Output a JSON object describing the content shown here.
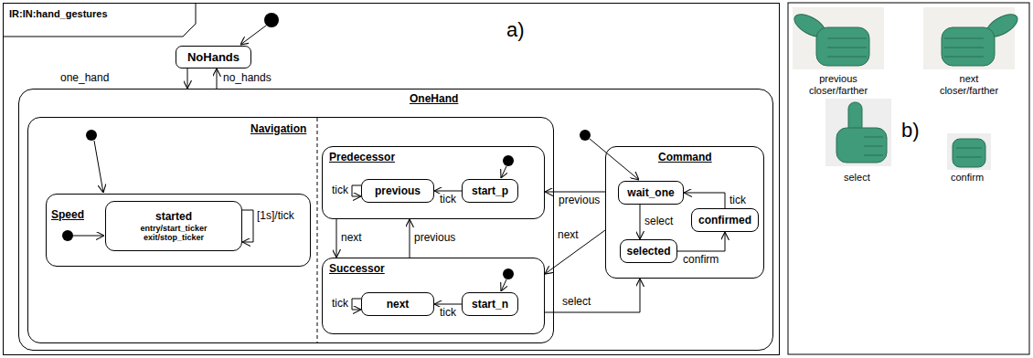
{
  "diagram": {
    "nodes": [
      {
        "text": [
          "IR:IN:hand_gestures"
        ]
      },
      {
        "text": [
          "NoHands"
        ],
        "in": 0
      },
      {
        "text": [
          "OneHand"
        ],
        "in": 0
      },
      {
        "text": [
          "Navigation"
        ],
        "in": 2
      },
      {
        "text": [
          "Speed"
        ],
        "in": 3
      },
      {
        "text": [
          "started",
          "entry/start_ticker exit/stop_ticker"
        ],
        "in": 4
      },
      {
        "text": [
          "Predecessor"
        ],
        "in": 3
      },
      {
        "text": [
          "previous"
        ],
        "in": 6
      },
      {
        "text": [
          "start_p"
        ],
        "in": 6
      },
      {
        "text": [
          "Successor"
        ],
        "in": 3
      },
      {
        "text": [
          "next"
        ],
        "in": 9
      },
      {
        "text": [
          "start_n"
        ],
        "in": 9
      },
      {
        "text": [
          "Command"
        ],
        "in": 2
      },
      {
        "text": [
          "wait_one"
        ],
        "in": 12
      },
      {
        "text": [
          "selected"
        ],
        "in": 12
      },
      {
        "text": [
          "confirmed"
        ],
        "in": 12
      }
    ],
    "edges": [
      {
        "from": 1,
        "to": 2,
        "label": "one_hand",
        "arrow": "to"
      },
      {
        "from": 2,
        "to": 1,
        "label": "no_hands",
        "arrow": "to"
      },
      {
        "from": 5,
        "to": 5,
        "label": "[1s]/tick",
        "arrow": "to"
      },
      {
        "from": 8,
        "to": 7,
        "label": "tick",
        "arrow": "to"
      },
      {
        "from": 7,
        "to": 7,
        "label": "tick",
        "arrow": "to"
      },
      {
        "from": 11,
        "to": 10,
        "label": "tick",
        "arrow": "to"
      },
      {
        "from": 10,
        "to": 10,
        "label": "tick",
        "arrow": "to"
      },
      {
        "from": 6,
        "to": 9,
        "label": "next",
        "arrow": "to"
      },
      {
        "from": 9,
        "to": 6,
        "label": "previous",
        "arrow": "to"
      },
      {
        "from": 12,
        "to": 6,
        "label": "previous",
        "arrow": "to"
      },
      {
        "from": 12,
        "to": 9,
        "label": "next",
        "arrow": "to"
      },
      {
        "from": 9,
        "to": 12,
        "label": "select",
        "arrow": "to"
      },
      {
        "from": 13,
        "to": 14,
        "label": "select",
        "arrow": "to"
      },
      {
        "from": 14,
        "to": 15,
        "label": "confirm",
        "arrow": "to"
      },
      {
        "from": 15,
        "to": 13,
        "label": "tick",
        "arrow": "to"
      }
    ],
    "labels": [
      "a)",
      "b)",
      "previous closer/farther",
      "next closer/farther",
      "select",
      "confirm"
    ]
  }
}
